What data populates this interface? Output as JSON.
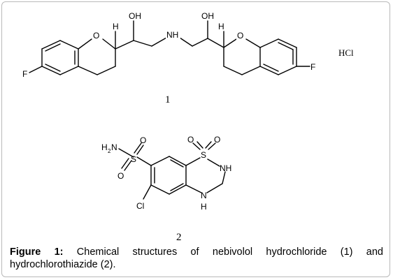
{
  "compound1": {
    "number": "1",
    "salt": "HCl",
    "atoms": {
      "fluorine": "F",
      "oxygen": "O",
      "hydrogen": "H",
      "hydroxyl": "OH",
      "amine": "NH"
    }
  },
  "compound2": {
    "number": "2",
    "atoms": {
      "amino_prefix": "H",
      "amino_sub": "2",
      "amino_suffix": "N",
      "sulfur": "S",
      "oxygen": "O",
      "nh": "NH",
      "chlorine": "Cl",
      "nitrogen": "N",
      "hydrogen": "H"
    }
  },
  "caption": {
    "lead": "Figure 1:",
    "text": " Chemical structures of nebivolol hydrochloride (1) and hydrochlorothiazide (2)."
  }
}
